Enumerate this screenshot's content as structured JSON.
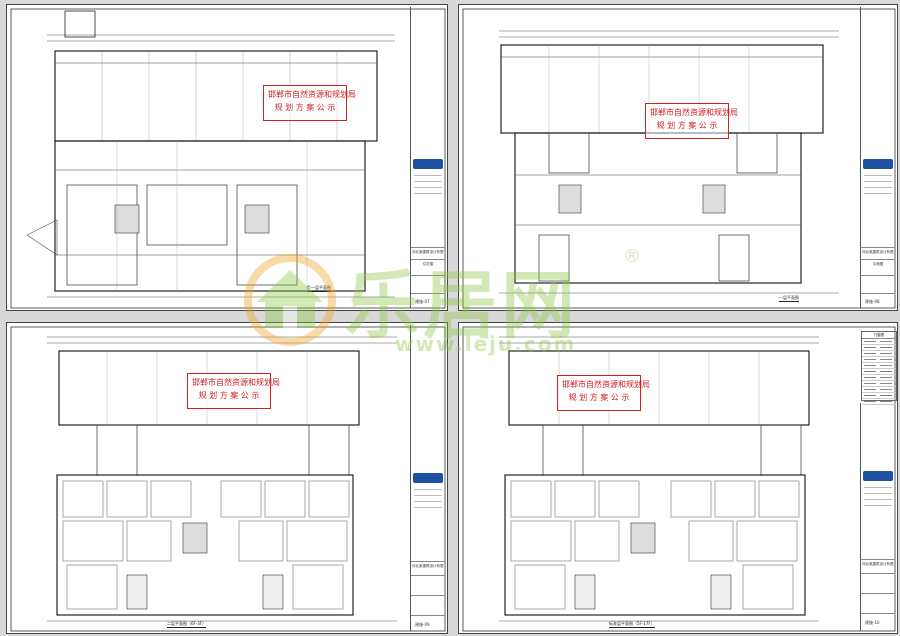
{
  "stamp": {
    "line1": "邯郸市自然资源和规划局",
    "line2": "规 划 方 案 公 示"
  },
  "sheets": [
    {
      "id": "s1",
      "title": "负一层平面图",
      "code": "建施-07"
    },
    {
      "id": "s2",
      "title": "一层平面图",
      "code": "建施-08"
    },
    {
      "id": "s3",
      "title": "二层平面图（6F-3F）",
      "code": "建施-09"
    },
    {
      "id": "s4",
      "title": "标准层平面图（5F-17F）",
      "code": "建施-10"
    }
  ],
  "titleblock": {
    "company": "河北某建筑设计有限公司",
    "project": "住宅楼",
    "drawing": "平面图"
  },
  "legend": {
    "title": "门窗表"
  },
  "watermark": {
    "brand": "乐居网",
    "url": "www.leju.com",
    "registered": "®"
  },
  "colors": {
    "stamp": "#d02020",
    "watermark": "#8cc63f",
    "logo": "#1e50a0"
  }
}
